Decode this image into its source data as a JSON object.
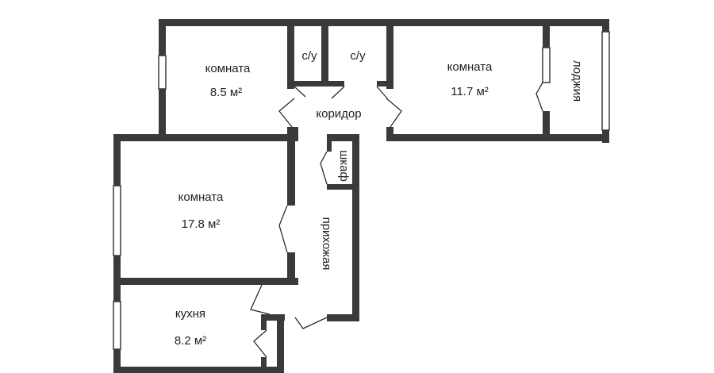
{
  "colors": {
    "wall": "#3a3a3a",
    "line": "#2b2b2b",
    "background": "#ffffff"
  },
  "rooms": {
    "room1": {
      "name": "комната",
      "area": "8.5 м²"
    },
    "room2": {
      "name": "комната",
      "area": "11.7 м²"
    },
    "room3": {
      "name": "комната",
      "area": "17.8 м²"
    },
    "kitchen": {
      "name": "кухня",
      "area": "8.2 м²"
    },
    "wc1": {
      "name": "с/у"
    },
    "wc2": {
      "name": "с/у"
    },
    "corridor": {
      "name": "коридор"
    },
    "hallway": {
      "name": "прихожая"
    },
    "closet": {
      "name": "шкаф"
    },
    "loggia": {
      "name": "лоджия"
    }
  }
}
